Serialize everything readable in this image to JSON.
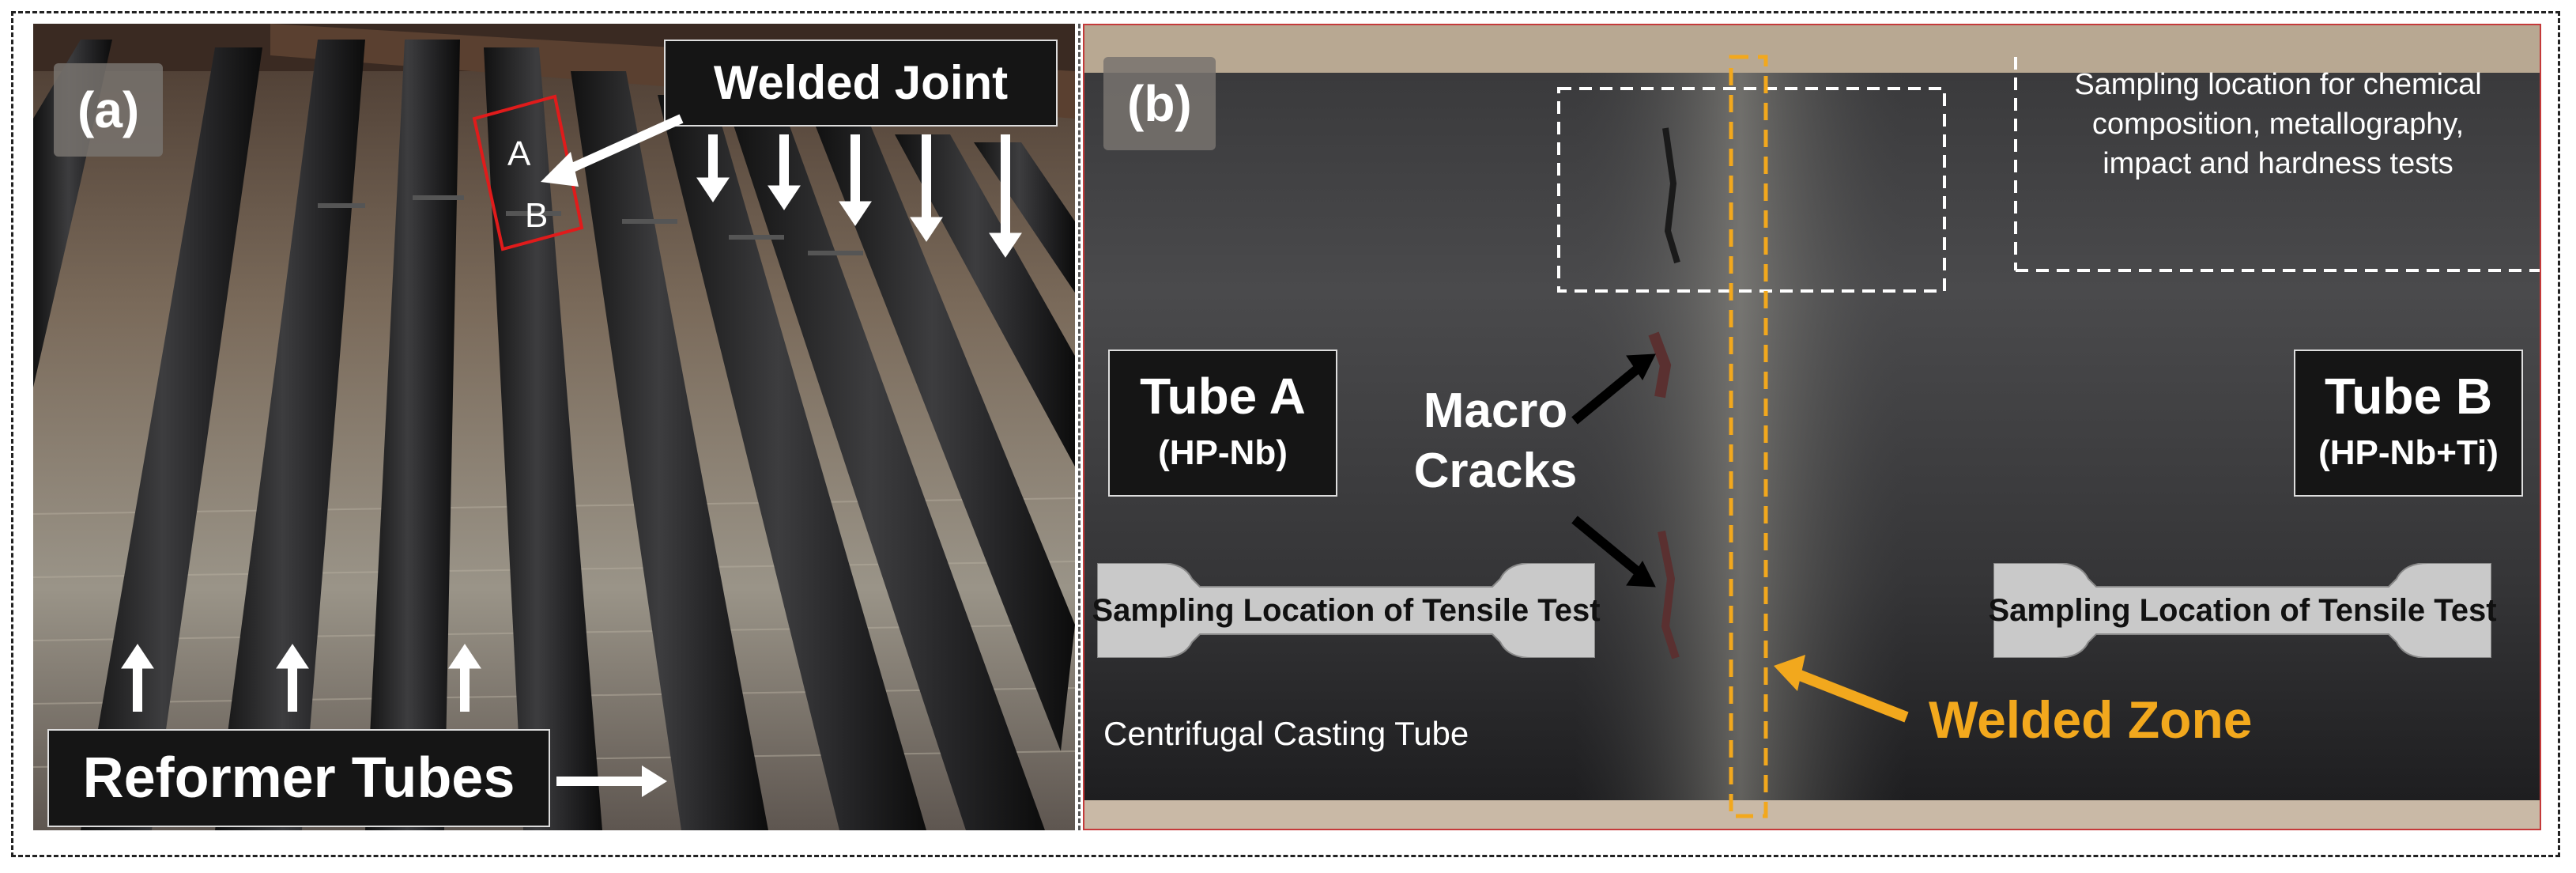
{
  "panel_a": {
    "label": "(a)",
    "welded_joint_label": "Welded Joint",
    "marker_a": "A",
    "marker_b": "B",
    "reformer_tubes_label": "Reformer Tubes"
  },
  "panel_b": {
    "label": "(b)",
    "sampling_note": "Sampling location for chemical composition, metallography, impact and hardness tests",
    "sampling_note_lines": [
      "Sampling location for chemical",
      "composition, metallography,",
      "impact and hardness tests"
    ],
    "tube_a": {
      "title": "Tube A",
      "material": "(HP-Nb)"
    },
    "tube_b": {
      "title": "Tube B",
      "material": "(HP-Nb+Ti)"
    },
    "macro_cracks_lines": [
      "Macro",
      "Cracks"
    ],
    "tensile_left": "Sampling Location of Tensile Test",
    "tensile_right": "Sampling Location of Tensile Test",
    "casting_label": "Centrifugal Casting Tube",
    "welded_zone_label": "Welded Zone"
  },
  "colors": {
    "accent_orange": "#f2a81d",
    "marker_red": "#e01b1b",
    "dashed_white": "#ffffff"
  }
}
